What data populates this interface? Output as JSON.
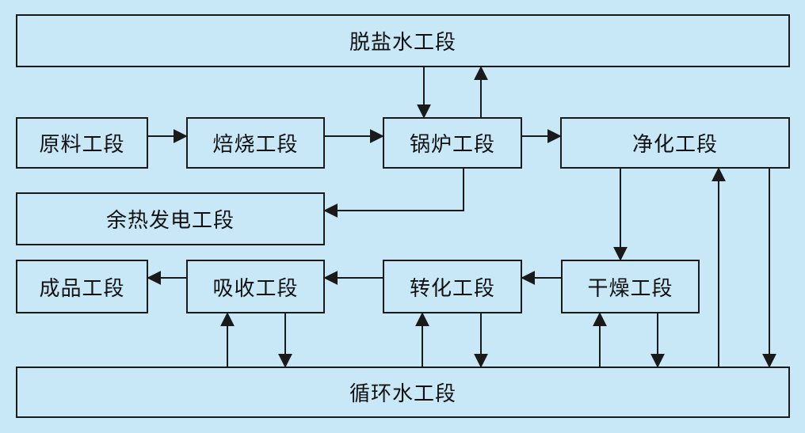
{
  "diagram": {
    "colors": {
      "background": "#c9e8f7",
      "line": "#1a1a1a",
      "text": "#111111"
    },
    "nodes": {
      "desalination": "脱盐水工段",
      "raw_material": "原料工段",
      "roasting": "焙烧工段",
      "boiler": "锅炉工段",
      "purification": "净化工段",
      "waste_heat_power": "余热发电工段",
      "product": "成品工段",
      "absorption": "吸收工段",
      "conversion": "转化工段",
      "drying": "干燥工段",
      "circulating_water": "循环水工段"
    },
    "edges": [
      {
        "from": "desalination",
        "to": "boiler"
      },
      {
        "from": "boiler",
        "to": "desalination"
      },
      {
        "from": "raw_material",
        "to": "roasting"
      },
      {
        "from": "roasting",
        "to": "boiler"
      },
      {
        "from": "boiler",
        "to": "purification"
      },
      {
        "from": "boiler",
        "to": "waste_heat_power"
      },
      {
        "from": "purification",
        "to": "drying"
      },
      {
        "from": "drying",
        "to": "conversion"
      },
      {
        "from": "conversion",
        "to": "absorption"
      },
      {
        "from": "absorption",
        "to": "product"
      },
      {
        "from": "circulating_water",
        "to": "absorption"
      },
      {
        "from": "absorption",
        "to": "circulating_water"
      },
      {
        "from": "circulating_water",
        "to": "conversion"
      },
      {
        "from": "conversion",
        "to": "circulating_water"
      },
      {
        "from": "circulating_water",
        "to": "drying"
      },
      {
        "from": "drying",
        "to": "circulating_water"
      },
      {
        "from": "circulating_water",
        "to": "purification"
      },
      {
        "from": "purification",
        "to": "circulating_water"
      }
    ]
  }
}
